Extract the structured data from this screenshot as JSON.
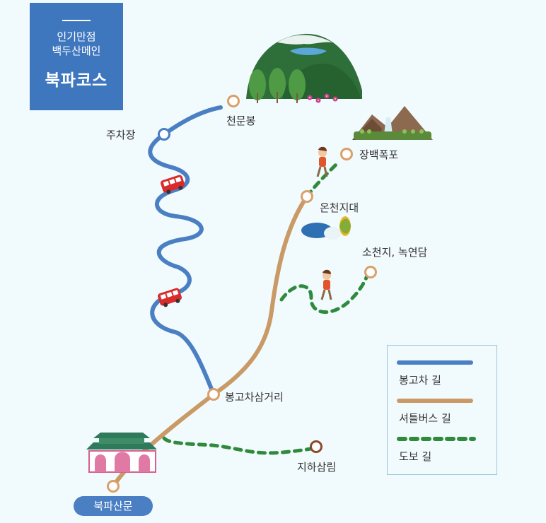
{
  "title": {
    "line1": "인기만점",
    "line2": "백두산메인",
    "main": "북파코스"
  },
  "places": {
    "cheonmunbong": "천문봉",
    "parking": "주차장",
    "jangbaek_falls": "장백폭포",
    "hot_springs": "온천지대",
    "socheonji": "소천지, 녹연담",
    "junction": "봉고차삼거리",
    "underground_forest": "지하삼림",
    "gate": "북파산문"
  },
  "legend": {
    "van_road": "봉고차 길",
    "shuttle_road": "셔틀버스 길",
    "walking_road": "도보 길"
  },
  "colors": {
    "title_bg": "#3f77bf",
    "van_road": "#4a7fc3",
    "shuttle_road": "#c99a66",
    "walking_road": "#2f8a3c",
    "endpoint": "#d9a06a",
    "underground_forest_point": "#8a4b2c",
    "bus": "#d92b2b"
  },
  "icons": [
    "mountain-illustration",
    "waterfall-illustration",
    "hot-spring-illustration",
    "hiker-icon",
    "bus-icon",
    "gate-building-icon"
  ]
}
